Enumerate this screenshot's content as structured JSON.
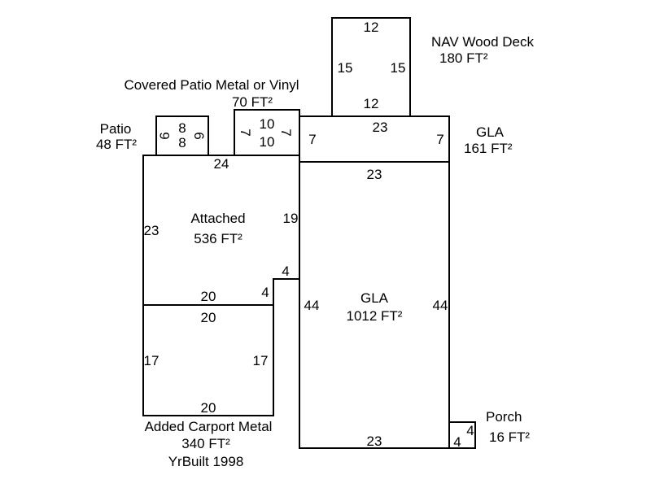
{
  "areas": {
    "deck": {
      "name": "NAV Wood Deck",
      "area": "180 FT²",
      "dims": [
        "12",
        "15",
        "15",
        "12"
      ]
    },
    "gla_top": {
      "name": "GLA",
      "area": "161 FT²",
      "dims": [
        "23",
        "7",
        "7",
        "23"
      ]
    },
    "gla_main": {
      "name": "GLA",
      "area": "1012 FT²",
      "dims": [
        "44",
        "44",
        "23"
      ]
    },
    "covered_patio": {
      "name": "Covered Patio Metal or Vinyl",
      "area": "70 FT²",
      "dims": [
        "10",
        "10",
        "7",
        "7"
      ]
    },
    "patio": {
      "name": "Patio",
      "area": "48 FT²",
      "dims": [
        "6",
        "8",
        "8",
        "6"
      ]
    },
    "attached": {
      "name": "Attached",
      "area": "536 FT²",
      "dims": [
        "24",
        "23",
        "19",
        "4",
        "4",
        "20"
      ]
    },
    "carport": {
      "name": "Added Carport Metal",
      "area": "340 FT²",
      "year": "YrBuilt 1998",
      "dims": [
        "20",
        "17",
        "17",
        "20"
      ]
    },
    "porch": {
      "name": "Porch",
      "area": "16 FT²",
      "dims": [
        "4",
        "4"
      ]
    }
  }
}
